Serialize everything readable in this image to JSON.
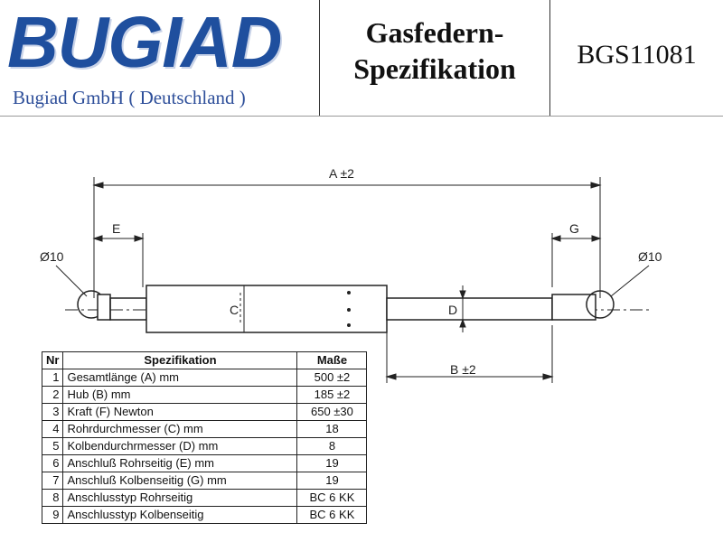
{
  "header": {
    "brand": "BUGIAD",
    "company": "Bugiad GmbH ( Deutschland )",
    "title_line1": "Gasfedern-",
    "title_line2": "Spezifikation",
    "part_number": "BGS11081"
  },
  "drawing": {
    "label_a": "A ±2",
    "label_b": "B ±2",
    "label_e": "E",
    "label_g": "G",
    "label_c": "C",
    "label_d": "D",
    "eye_left": "Ø10",
    "eye_right": "Ø10"
  },
  "table": {
    "headers": {
      "nr": "Nr",
      "spec": "Spezifikation",
      "value": "Maße"
    },
    "rows": [
      {
        "nr": "1",
        "spec": "Gesamtlänge (A) mm",
        "value": "500 ±2"
      },
      {
        "nr": "2",
        "spec": "Hub (B)  mm",
        "value": "185 ±2"
      },
      {
        "nr": "3",
        "spec": "Kraft (F) Newton",
        "value": "650 ±30"
      },
      {
        "nr": "4",
        "spec": "Rohrdurchmesser (C) mm",
        "value": "18"
      },
      {
        "nr": "5",
        "spec": "Kolbendurchrmesser (D) mm",
        "value": "8"
      },
      {
        "nr": "6",
        "spec": "Anschluß Rohrseitig (E) mm",
        "value": "19"
      },
      {
        "nr": "7",
        "spec": "Anschluß Kolbenseitig (G) mm",
        "value": "19"
      },
      {
        "nr": "8",
        "spec": "Anschlusstyp Rohrseitig",
        "value": "BC 6 KK"
      },
      {
        "nr": "9",
        "spec": "Anschlusstyp Kolbenseitig",
        "value": "BC 6 KK"
      }
    ]
  },
  "colors": {
    "brand": "#1f4f9e",
    "line": "#222222"
  }
}
